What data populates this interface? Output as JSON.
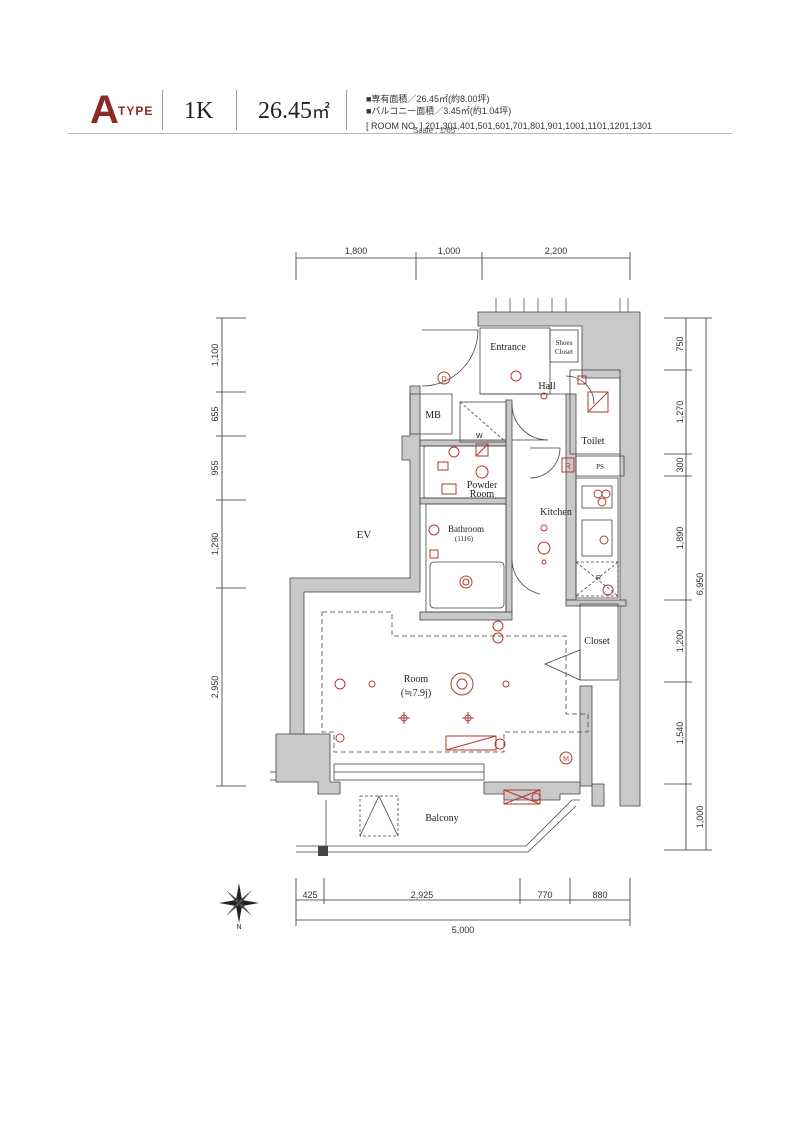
{
  "header": {
    "type_letter": "A",
    "type_word": "TYPE",
    "layout": "1K",
    "area_value": "26.45",
    "area_unit": "㎡",
    "spec_private_area": "■専有面積／26.45㎡(約8.00坪)",
    "spec_balcony_area": "■バルコニー面積／3.45㎡(約1.04坪)",
    "room_numbers": "[ ROOM NO. ] 201,301,401,501,601,701,801,901,1001,1101,1201,1301",
    "scale": "Scale : 1/65"
  },
  "dimensions": {
    "top": [
      "1,800",
      "1,000",
      "2,200"
    ],
    "bottom": [
      "425",
      "2,925",
      "770",
      "880"
    ],
    "bottom_total": "5,000",
    "left": [
      "1,100",
      "655",
      "955",
      "1,290",
      "2,950"
    ],
    "right": [
      "750",
      "1,270",
      "300",
      "1,890",
      "1,200",
      "1,540",
      "1,000"
    ],
    "right_total": "6,950"
  },
  "rooms": {
    "entrance": "Entrance",
    "shoes_closet_1": "Shoes",
    "shoes_closet_2": "Closet",
    "hall": "Hall",
    "toilet": "Toilet",
    "mb": "MB",
    "ps": "PS",
    "powder_room_1": "Powder",
    "powder_room_2": "Room",
    "kitchen": "Kitchen",
    "bathroom": "Bathroom",
    "bathroom_size": "(1116)",
    "ev": "EV",
    "closet": "Closet",
    "room": "Room",
    "room_size": "(≒7.9j)",
    "balcony": "Balcony"
  },
  "symbols": {
    "washer": "W",
    "refrigerator": "R",
    "r_marker": "R",
    "d_marker": "D",
    "m_marker": "M",
    "north": "N"
  },
  "colors": {
    "wall": "#c9c9c9",
    "line": "#333333",
    "accent": "#8c2a25",
    "equipment": "#b23a2e"
  }
}
